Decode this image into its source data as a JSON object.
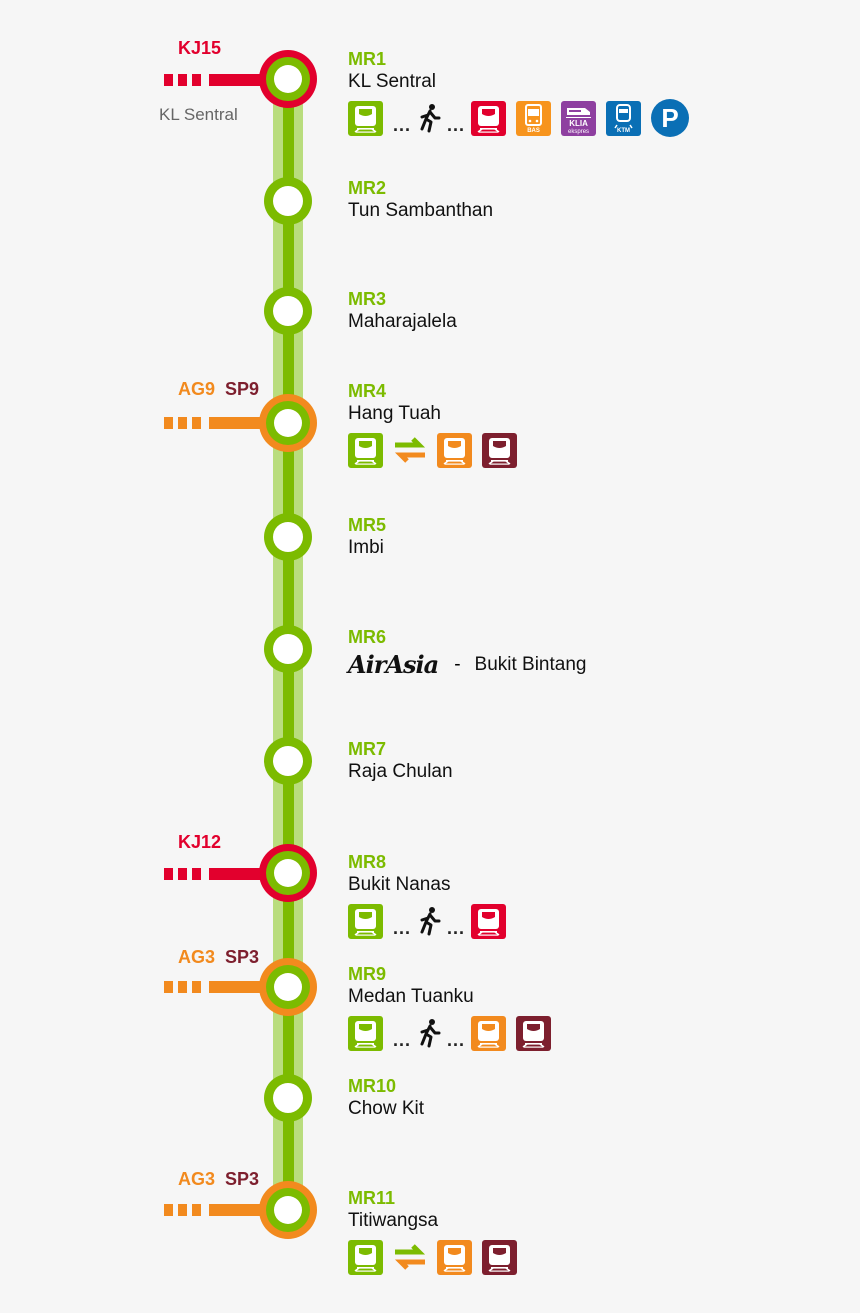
{
  "colors": {
    "background": "#f6f6f6",
    "mrl_green": "#7cbb00",
    "mrl_green_light": "#b9dd7d",
    "kj_red": "#e2002d",
    "ag_orange": "#f28a1e",
    "sp_maroon": "#7d1f2e",
    "klia_purple": "#8e3fa0",
    "ktm_blue": "#0a6fb5",
    "bus_orange": "#f7941d"
  },
  "interchanges": [
    {
      "station": "MR1",
      "codes": [
        {
          "text": "KJ15",
          "color": "#e2002d"
        }
      ],
      "subtitle": "KL Sentral",
      "ring_color": "#e2002d"
    },
    {
      "station": "MR4",
      "codes": [
        {
          "text": "AG9",
          "color": "#f28a1e"
        },
        {
          "text": "SP9",
          "color": "#7d1f2e"
        }
      ],
      "ring_color": "#f28a1e"
    },
    {
      "station": "MR8",
      "codes": [
        {
          "text": "KJ12",
          "color": "#e2002d"
        }
      ],
      "ring_color": "#e2002d"
    },
    {
      "station": "MR9",
      "codes": [
        {
          "text": "AG3",
          "color": "#f28a1e"
        },
        {
          "text": "SP3",
          "color": "#7d1f2e"
        }
      ],
      "ring_color": "#f28a1e"
    },
    {
      "station": "MR11",
      "codes": [
        {
          "text": "AG3",
          "color": "#f28a1e"
        },
        {
          "text": "SP3",
          "color": "#7d1f2e"
        }
      ],
      "ring_color": "#f28a1e"
    }
  ],
  "stations": [
    {
      "code": "MR1",
      "name": "KL Sentral",
      "icons": [
        "monorail-icon",
        "dots",
        "walking-icon",
        "dots",
        "lrt-kelana-jaya-icon",
        "bus-icon",
        "klia-ekspres-icon",
        "ktm-icon",
        "parking-icon"
      ]
    },
    {
      "code": "MR2",
      "name": "Tun Sambanthan"
    },
    {
      "code": "MR3",
      "name": "Maharajalela"
    },
    {
      "code": "MR4",
      "name": "Hang Tuah",
      "icons": [
        "monorail-icon",
        "swap-icon",
        "lrt-ampang-icon",
        "lrt-sri-petaling-icon"
      ]
    },
    {
      "code": "MR5",
      "name": "Imbi"
    },
    {
      "code": "MR6",
      "sponsor": "AirAsia",
      "separator": "-",
      "name": "Bukit Bintang"
    },
    {
      "code": "MR7",
      "name": "Raja Chulan"
    },
    {
      "code": "MR8",
      "name": "Bukit Nanas",
      "icons": [
        "monorail-icon",
        "dots",
        "walking-icon",
        "dots",
        "lrt-kelana-jaya-icon"
      ]
    },
    {
      "code": "MR9",
      "name": "Medan Tuanku",
      "icons": [
        "monorail-icon",
        "dots",
        "walking-icon",
        "dots",
        "lrt-ampang-icon",
        "lrt-sri-petaling-icon"
      ]
    },
    {
      "code": "MR10",
      "name": "Chow Kit"
    },
    {
      "code": "MR11",
      "name": "Titiwangsa",
      "icons": [
        "monorail-icon",
        "swap-icon",
        "lrt-ampang-icon",
        "lrt-sri-petaling-icon"
      ]
    }
  ],
  "icon_labels": {
    "dots": "...",
    "bus": "BAS",
    "klia_top": "KLIA",
    "klia_bottom": "ekspres",
    "ktm": "KTM",
    "parking": "P"
  }
}
